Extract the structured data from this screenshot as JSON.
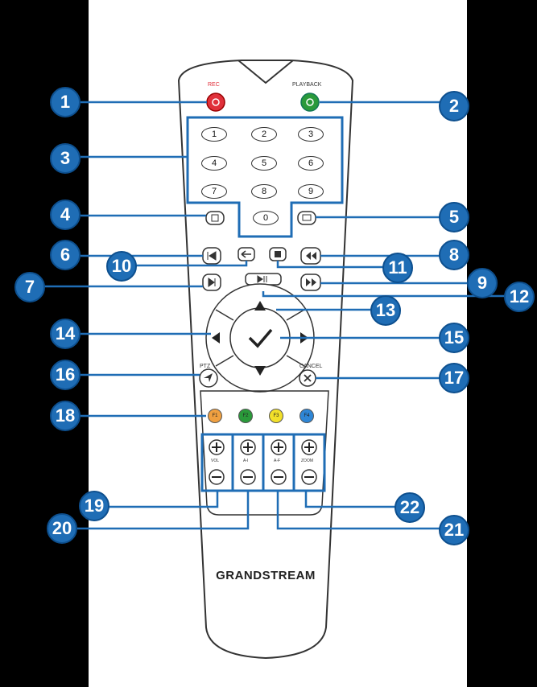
{
  "remote": {
    "rec_label": "REC",
    "playback_label": "PLAYBACK",
    "ptz_label": "PTZ",
    "cancel_label": "CANCEL",
    "brand": "GRANDSTREAM",
    "digits": [
      "1",
      "2",
      "3",
      "4",
      "5",
      "6",
      "7",
      "8",
      "9",
      "0"
    ],
    "function_keys": [
      {
        "label": "F1",
        "color": "#f0a040"
      },
      {
        "label": "F2",
        "color": "#2a9a3a"
      },
      {
        "label": "F3",
        "color": "#f2e02a"
      },
      {
        "label": "F4",
        "color": "#2e86d6"
      }
    ],
    "rocker_labels": [
      "VOL",
      "A-I",
      "A-F",
      "ZOOM"
    ]
  },
  "callouts": [
    "1",
    "2",
    "3",
    "4",
    "5",
    "6",
    "7",
    "8",
    "9",
    "10",
    "11",
    "12",
    "13",
    "14",
    "15",
    "16",
    "17",
    "18",
    "19",
    "20",
    "21",
    "22"
  ],
  "colors": {
    "callout": "#1f6db5",
    "rec": "#e0303a",
    "playback": "#2a9a3a",
    "box": "#1f6db5"
  }
}
